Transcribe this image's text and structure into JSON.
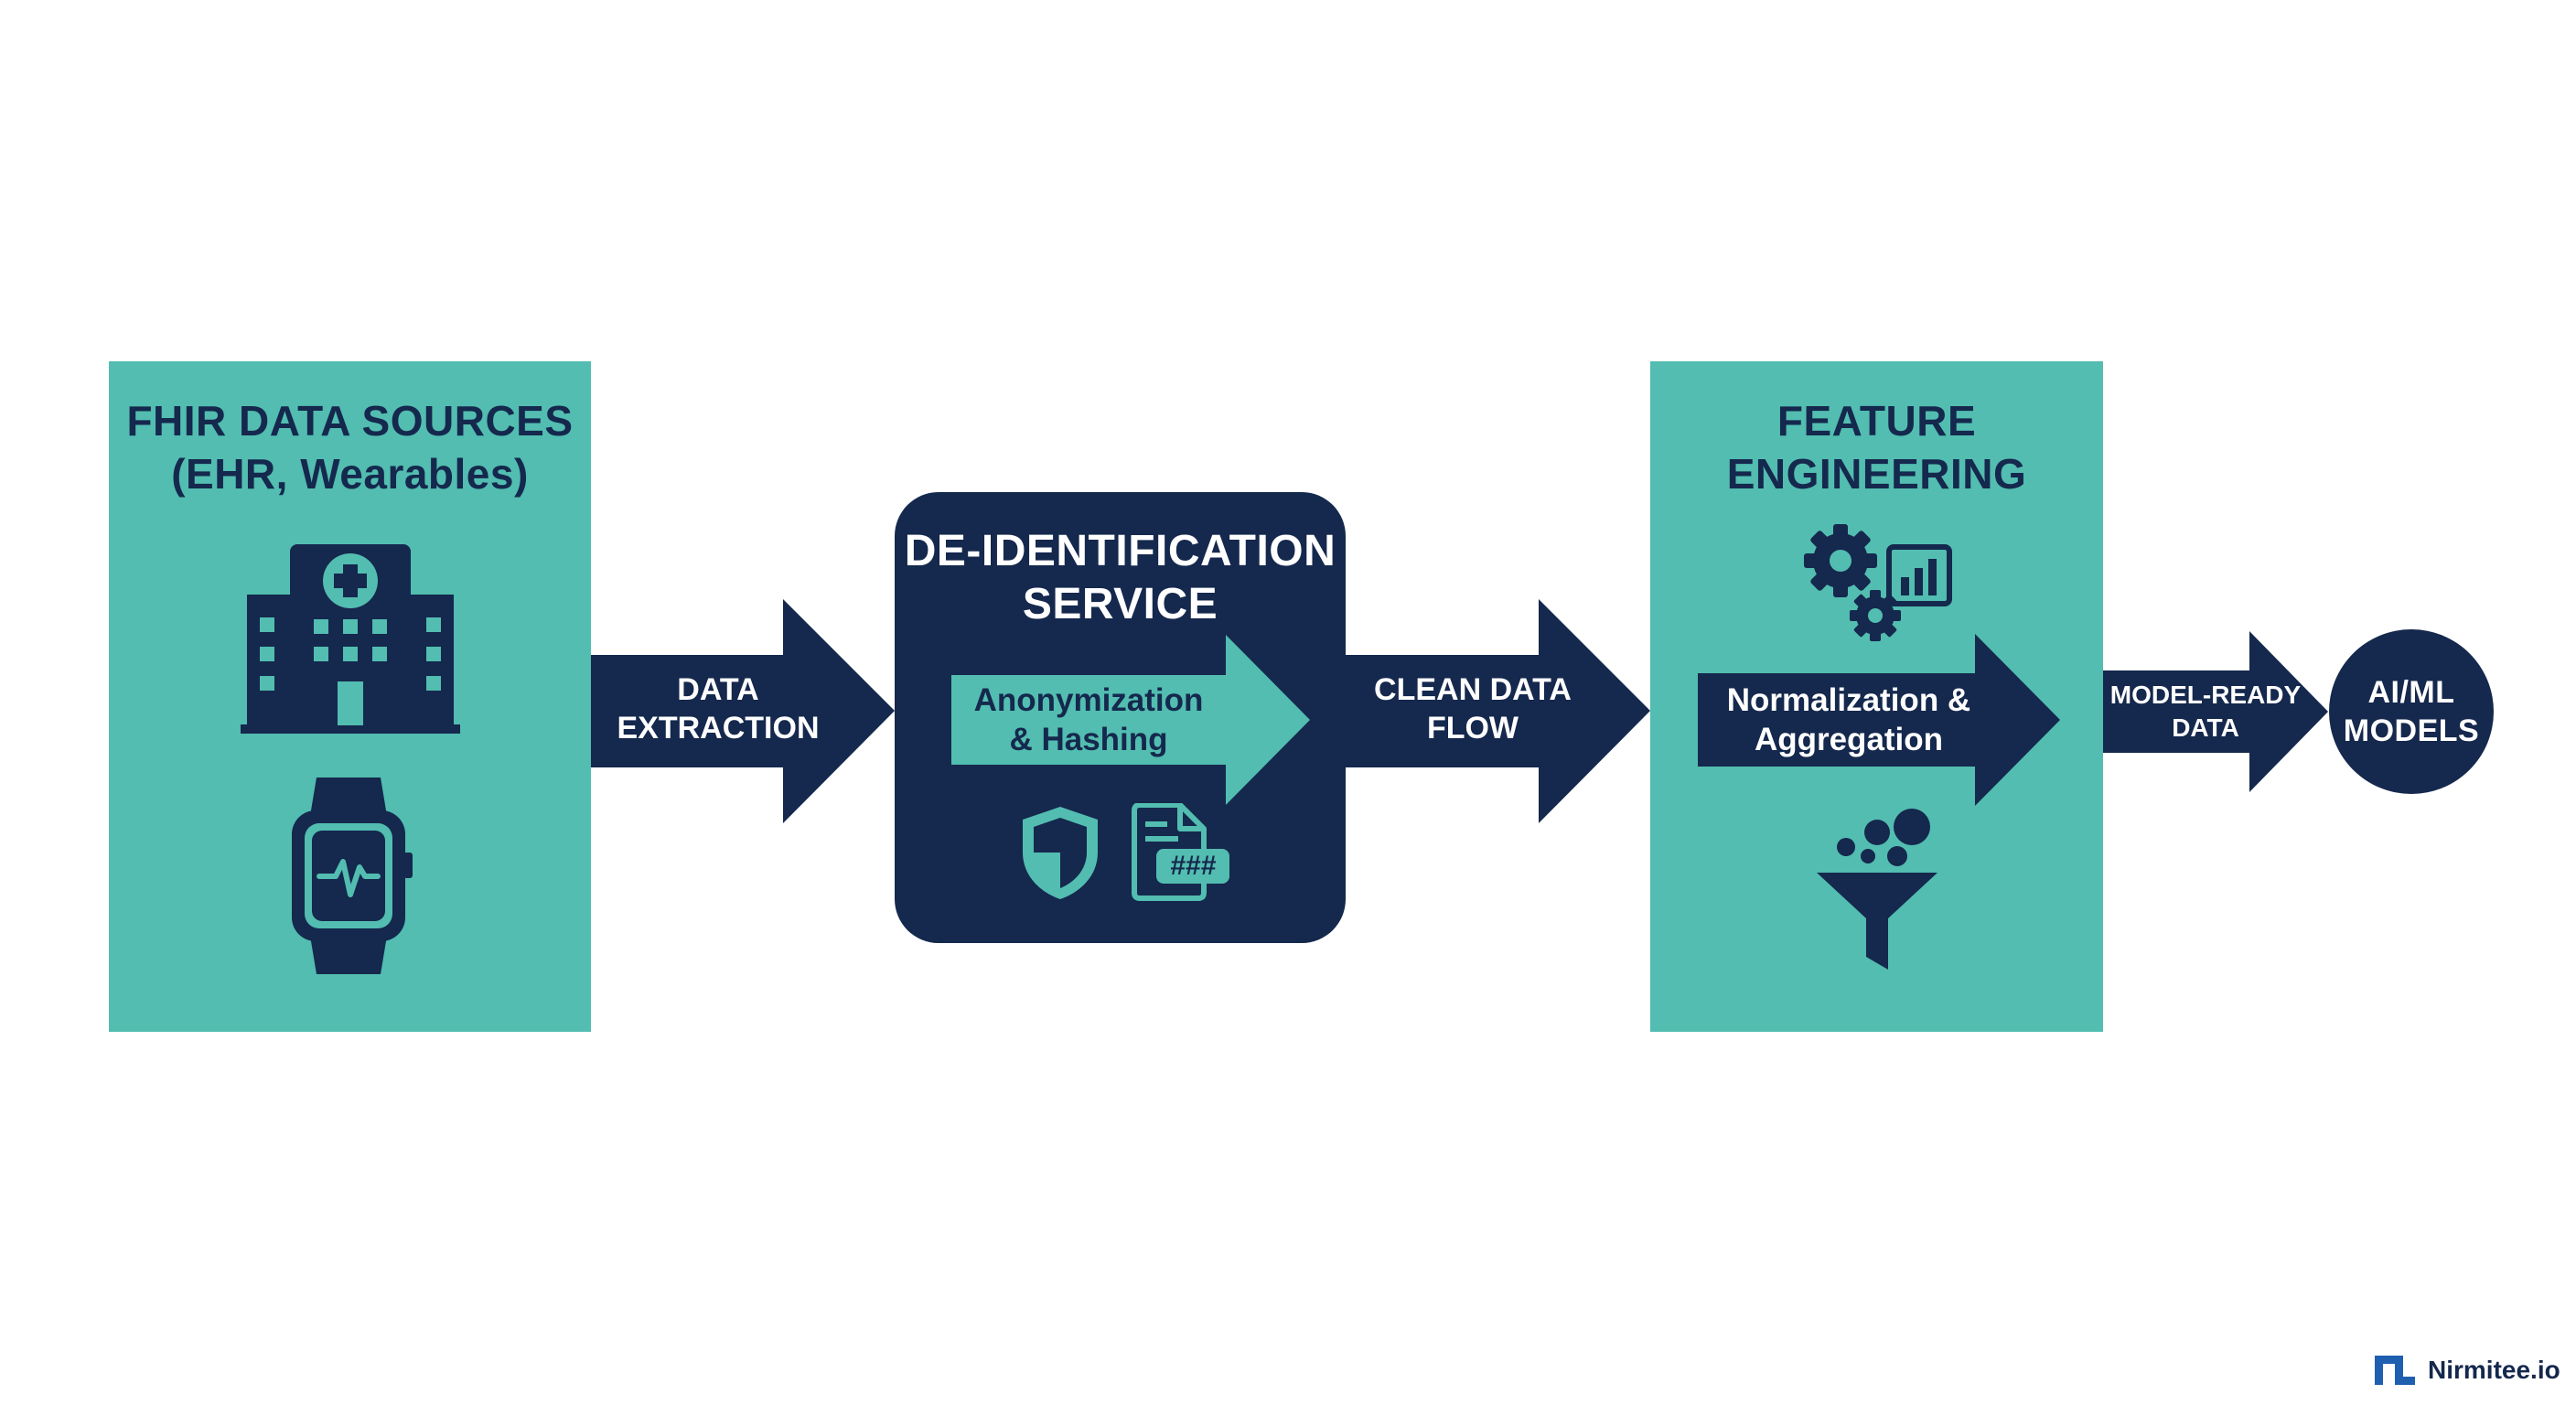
{
  "colors": {
    "teal": "#52bdb0",
    "navy": "#15284d",
    "white": "#ffffff",
    "brand_blue": "#1f5fb0"
  },
  "source_panel": {
    "title_line1": "FHIR DATA SOURCES",
    "title_line2": "(EHR, Wearables)",
    "icons": [
      "hospital-icon",
      "smartwatch-icon"
    ]
  },
  "arrow_extraction": {
    "line1": "DATA",
    "line2": "EXTRACTION"
  },
  "deid_panel": {
    "title_line1": "DE-IDENTIFICATION",
    "title_line2": "SERVICE",
    "inner_line1": "Anonymization",
    "inner_line2": "& Hashing",
    "hash_text": "###",
    "icons": [
      "shield-icon",
      "hashed-document-icon"
    ]
  },
  "arrow_clean": {
    "line1": "CLEAN DATA",
    "line2": "FLOW"
  },
  "feature_panel": {
    "title_line1": "FEATURE",
    "title_line2": "ENGINEERING",
    "inner_line1": "Normalization &",
    "inner_line2": "Aggregation",
    "icons": [
      "gears-icon",
      "bar-chart-icon",
      "funnel-icon"
    ]
  },
  "arrow_model_ready": {
    "line1": "MODEL-READY",
    "line2": "DATA"
  },
  "models_node": {
    "line1": "AI/ML",
    "line2": "MODELS"
  },
  "brand": {
    "name": "Nirmitee.io"
  }
}
